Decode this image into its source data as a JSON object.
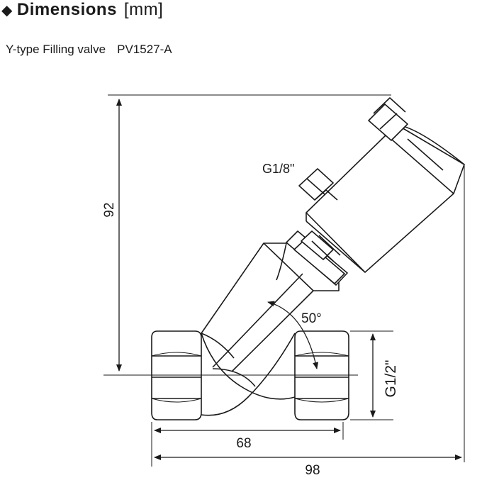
{
  "header": {
    "bullet": "◆",
    "title": "Dimensions",
    "unit": "[mm]"
  },
  "subtitle": {
    "product": "Y-type Filling valve",
    "model": "PV1527-A"
  },
  "dimensions": {
    "height": "92",
    "inner_length": "68",
    "total_length": "98",
    "angle": "50°",
    "pilot_port": "G1/8\"",
    "pipe_thread": "G1/2\""
  }
}
